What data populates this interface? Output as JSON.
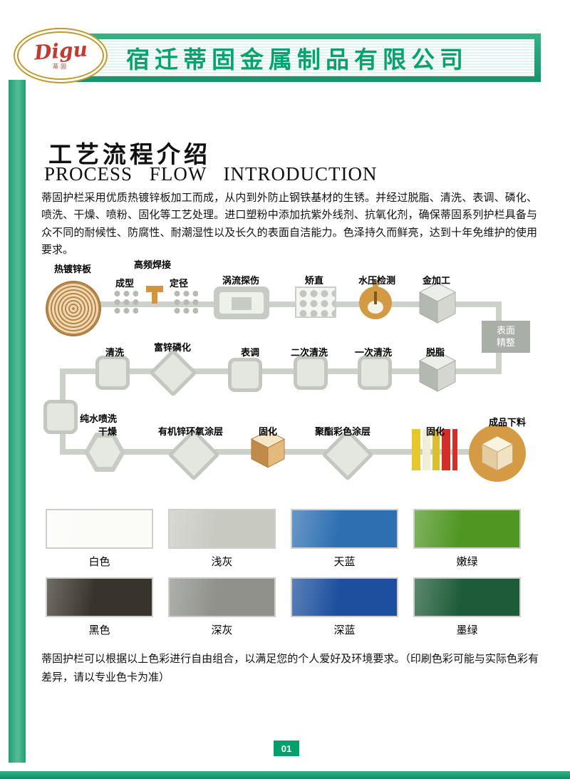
{
  "header": {
    "logo_text": "Digu",
    "logo_subtext": "蒂固",
    "company_name": "宿迁蒂固金属制品有限公司"
  },
  "section": {
    "title_cn": "工艺流程介绍",
    "title_en": "PROCESS FLOW INTRODUCTION",
    "intro": "蒂固护栏采用优质热镀锌板加工而成，从内到外防止钢铁基材的生锈。并经过脱脂、清洗、表调、磷化、喷洗、干燥、喷粉、固化等工艺处理。进口塑粉中添加抗紫外线剂、抗氧化剂，确保蒂固系列护栏具备与众不同的耐候性、防腐性、耐潮湿性以及长久的表面自洁能力。色泽持久而鲜亮，达到十年免维护的使用要求。"
  },
  "flow": {
    "steps": {
      "coil": "热镀锌板",
      "weld": "高频焊接",
      "forming": "成型",
      "sizing": "定径",
      "eddy": "涡流探伤",
      "straighten": "矫直",
      "hydro": "水压检测",
      "machining": "金加工",
      "surface": "表面精整",
      "degrease": "脱脂",
      "rinse1": "一次清洗",
      "rinse2": "二次清洗",
      "conditioning": "表调",
      "phosphating": "富锌磷化",
      "rinse": "清洗",
      "pure_rinse": "纯水喷洗",
      "dry": "干燥",
      "epoxy": "有机锌环氧涂层",
      "cure1": "固化",
      "polyester": "聚酯彩色涂层",
      "cure2": "固化",
      "finished": "成品下料"
    }
  },
  "palette": {
    "rows": [
      [
        {
          "label": "白色",
          "hex": "#fbfbf8"
        },
        {
          "label": "浅灰",
          "hex": "#c8cac2"
        },
        {
          "label": "天蓝",
          "hex": "#2e6fb2"
        },
        {
          "label": "嫩绿",
          "hex": "#4f9623"
        }
      ],
      [
        {
          "label": "黑色",
          "hex": "#39342b"
        },
        {
          "label": "深灰",
          "hex": "#8f918a"
        },
        {
          "label": "深蓝",
          "hex": "#1c4f9e"
        },
        {
          "label": "墨绿",
          "hex": "#1e5b38"
        }
      ]
    ]
  },
  "note": "蒂固护栏可以根据以上色彩进行自由组合，以满足您的个人爱好及环境要求。（印刷色彩可能与实际色彩有差异，请以专业色卡为准）",
  "footer": {
    "page_number": "01"
  }
}
